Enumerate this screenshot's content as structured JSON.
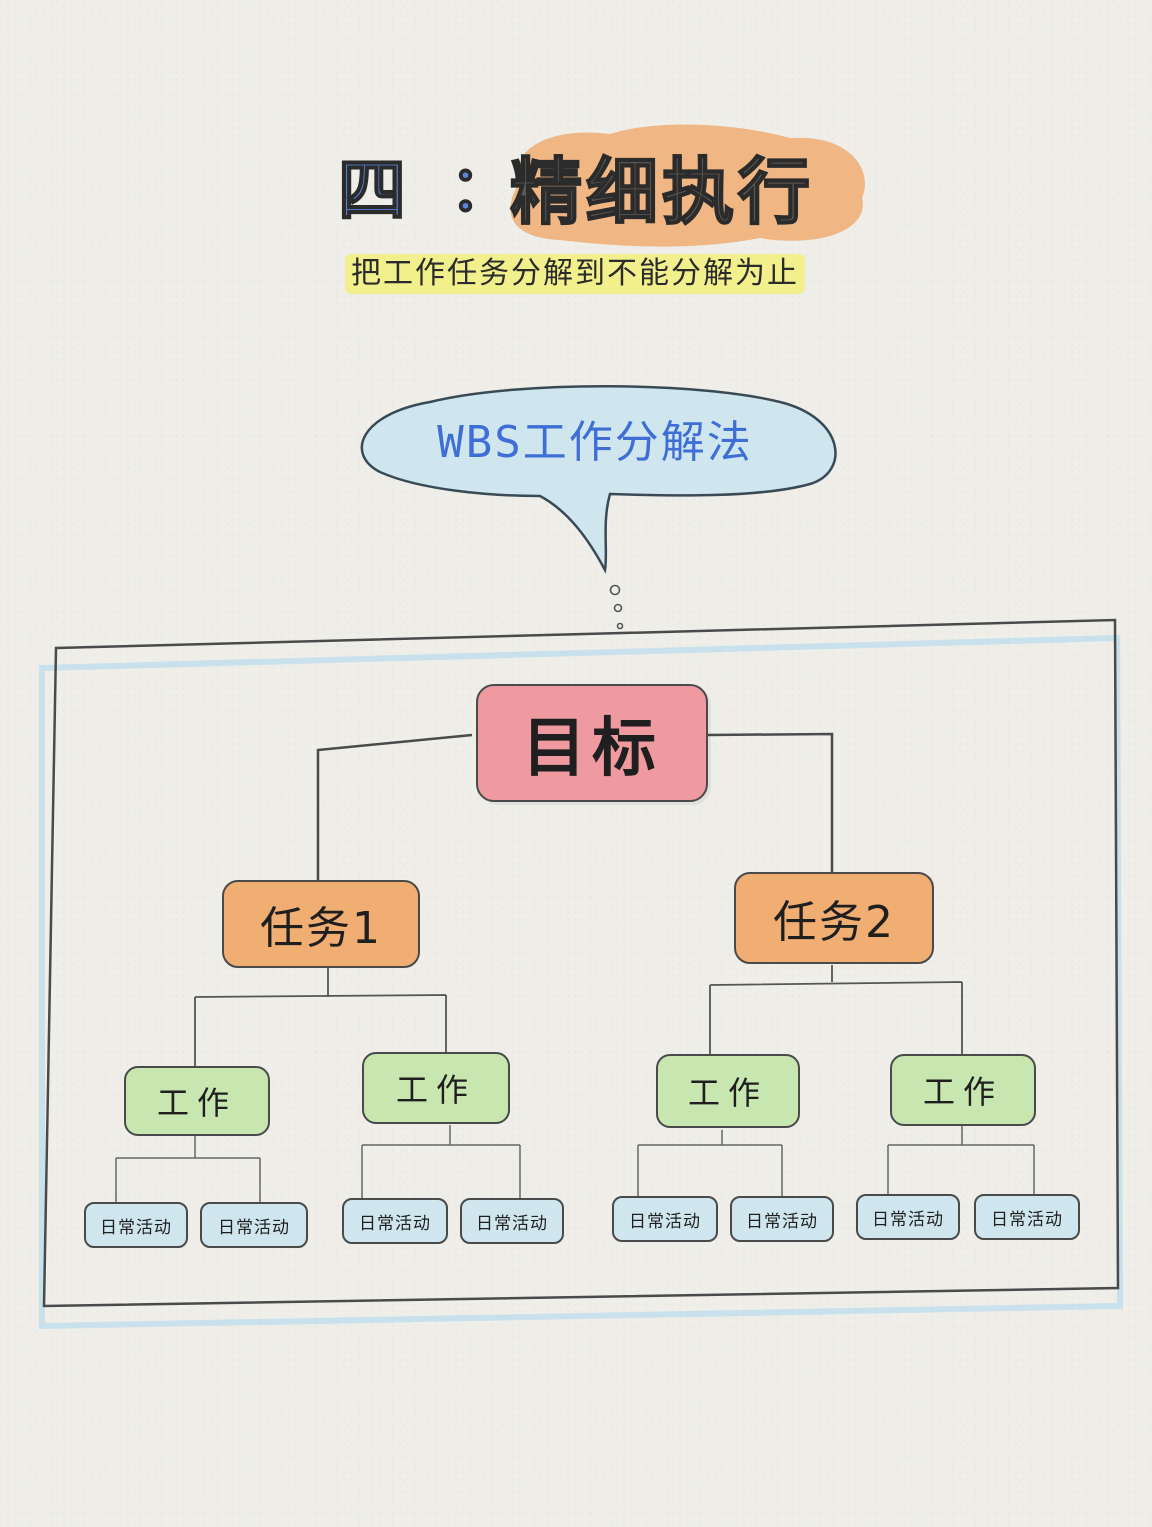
{
  "header": {
    "number": "四",
    "colon": "：",
    "title": "精细执行",
    "subtitle": "把工作任务分解到不能分解为止"
  },
  "bubble": {
    "text": "WBS工作分解法"
  },
  "tree": {
    "goal": "目标",
    "tasks": [
      {
        "label": "任务1",
        "works": [
          {
            "label": "工作",
            "activities": [
              "日常活动",
              "日常活动"
            ]
          },
          {
            "label": "工作",
            "activities": [
              "日常活动",
              "日常活动"
            ]
          }
        ]
      },
      {
        "label": "任务2",
        "works": [
          {
            "label": "工作",
            "activities": [
              "日常活动",
              "日常活动"
            ]
          },
          {
            "label": "工作",
            "activities": [
              "日常活动",
              "日常活动"
            ]
          }
        ]
      }
    ]
  },
  "colors": {
    "goal": "#ef9aa0",
    "task": "#f1ae72",
    "work": "#c8e6b0",
    "activity": "#cfe6ef",
    "title_blob": "#f0b27c",
    "subtitle_highlight": "#f2f08c",
    "bubble": "#cfe6ef",
    "accent_blue": "#3f6fd6"
  }
}
